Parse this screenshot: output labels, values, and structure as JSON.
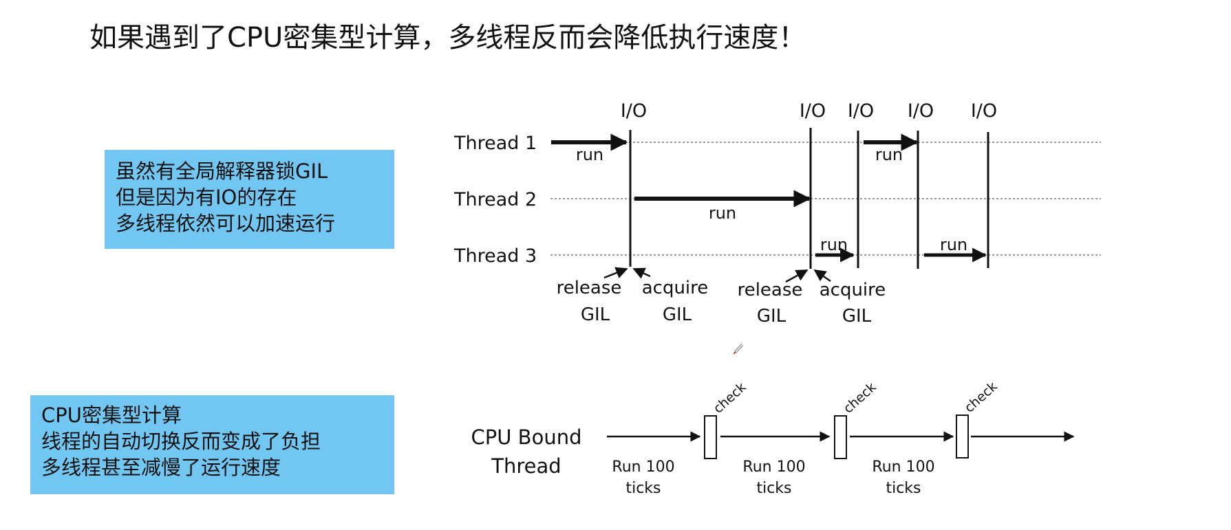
{
  "title": "如果遇到了CPU密集型计算，多线程反而会降低执行速度！",
  "notes": {
    "io_note": {
      "lines": [
        "虽然有全局解释器锁GIL",
        "但是因为有IO的存在",
        "多线程依然可以加速运行"
      ]
    },
    "cpu_note": {
      "lines": [
        "CPU密集型计算",
        "线程的自动切换反而变成了负担",
        "多线程甚至减慢了运行速度"
      ]
    }
  },
  "colors": {
    "note_bg": "#72c6f2",
    "ink": "#111111",
    "dotted": "#777777"
  },
  "io_diagram": {
    "threads": [
      "Thread 1",
      "Thread 2",
      "Thread 3"
    ],
    "io_label": "I/O",
    "io_events": [
      "I/O",
      "I/O",
      "I/O",
      "I/O",
      "I/O"
    ],
    "run_label": "run",
    "runs": [
      {
        "thread": "Thread 1",
        "label": "run",
        "from": "start",
        "to": "I/O 1"
      },
      {
        "thread": "Thread 2",
        "label": "run",
        "from": "I/O 1",
        "to": "I/O 2"
      },
      {
        "thread": "Thread 3",
        "label": "run",
        "from": "I/O 2",
        "to": "I/O 3"
      },
      {
        "thread": "Thread 1",
        "label": "run",
        "from": "I/O 3",
        "to": "I/O 4"
      },
      {
        "thread": "Thread 3",
        "label": "run",
        "from": "I/O 4",
        "to": "I/O 5"
      }
    ],
    "gil_annotations": [
      {
        "release": [
          "release",
          "GIL"
        ],
        "acquire": [
          "acquire",
          "GIL"
        ]
      },
      {
        "release": [
          "release",
          "GIL"
        ],
        "acquire": [
          "acquire",
          "GIL"
        ]
      }
    ]
  },
  "cpu_diagram": {
    "thread_label": [
      "CPU Bound",
      "Thread"
    ],
    "check_label": "check",
    "segments": [
      {
        "label": [
          "Run 100",
          "ticks"
        ]
      },
      {
        "label": [
          "Run 100",
          "ticks"
        ]
      },
      {
        "label": [
          "Run 100",
          "ticks"
        ]
      }
    ],
    "checks": [
      "check",
      "check",
      "check"
    ]
  },
  "cursor": {
    "icon": "pen-cursor-icon"
  }
}
